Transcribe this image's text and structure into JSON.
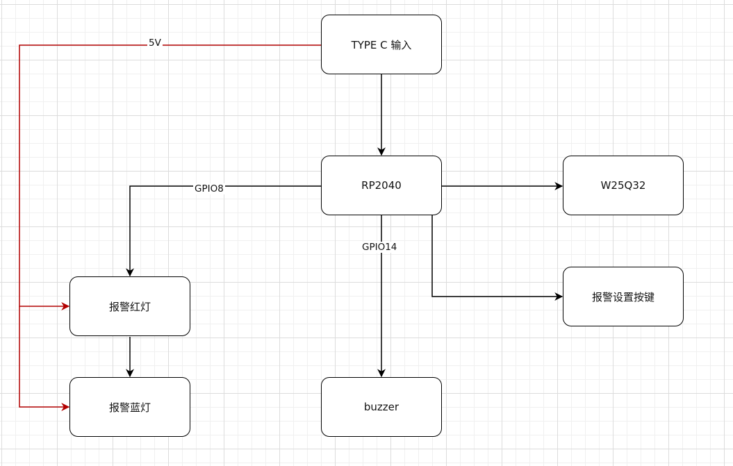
{
  "colors": {
    "power_line": "#b20000",
    "signal_line": "#000000"
  },
  "nodes": {
    "typec": "TYPE C 输入",
    "rp2040": "RP2040",
    "w25q32": "W25Q32",
    "alarm_button": "报警设置按键",
    "red_led": "报警红灯",
    "blue_led": "报警蓝灯",
    "buzzer": "buzzer"
  },
  "edge_labels": {
    "power": "5V",
    "gpio8": "GPIO8",
    "gpio14": "GPIO14"
  }
}
